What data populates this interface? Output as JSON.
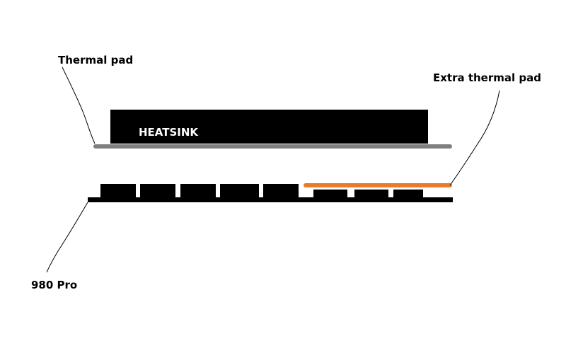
{
  "labels": {
    "thermal_pad": "Thermal pad",
    "extra_thermal_pad": "Extra thermal pad",
    "heatsink": "HEATSINK",
    "ssd": "980 Pro"
  },
  "colors": {
    "heatsink": "#000000",
    "thermal_pad": "#7f7f7f",
    "extra_thermal_pad": "#e87b2c",
    "board": "#000000",
    "chips": "#000000",
    "leader_lines": "#000000",
    "background": "#ffffff"
  }
}
